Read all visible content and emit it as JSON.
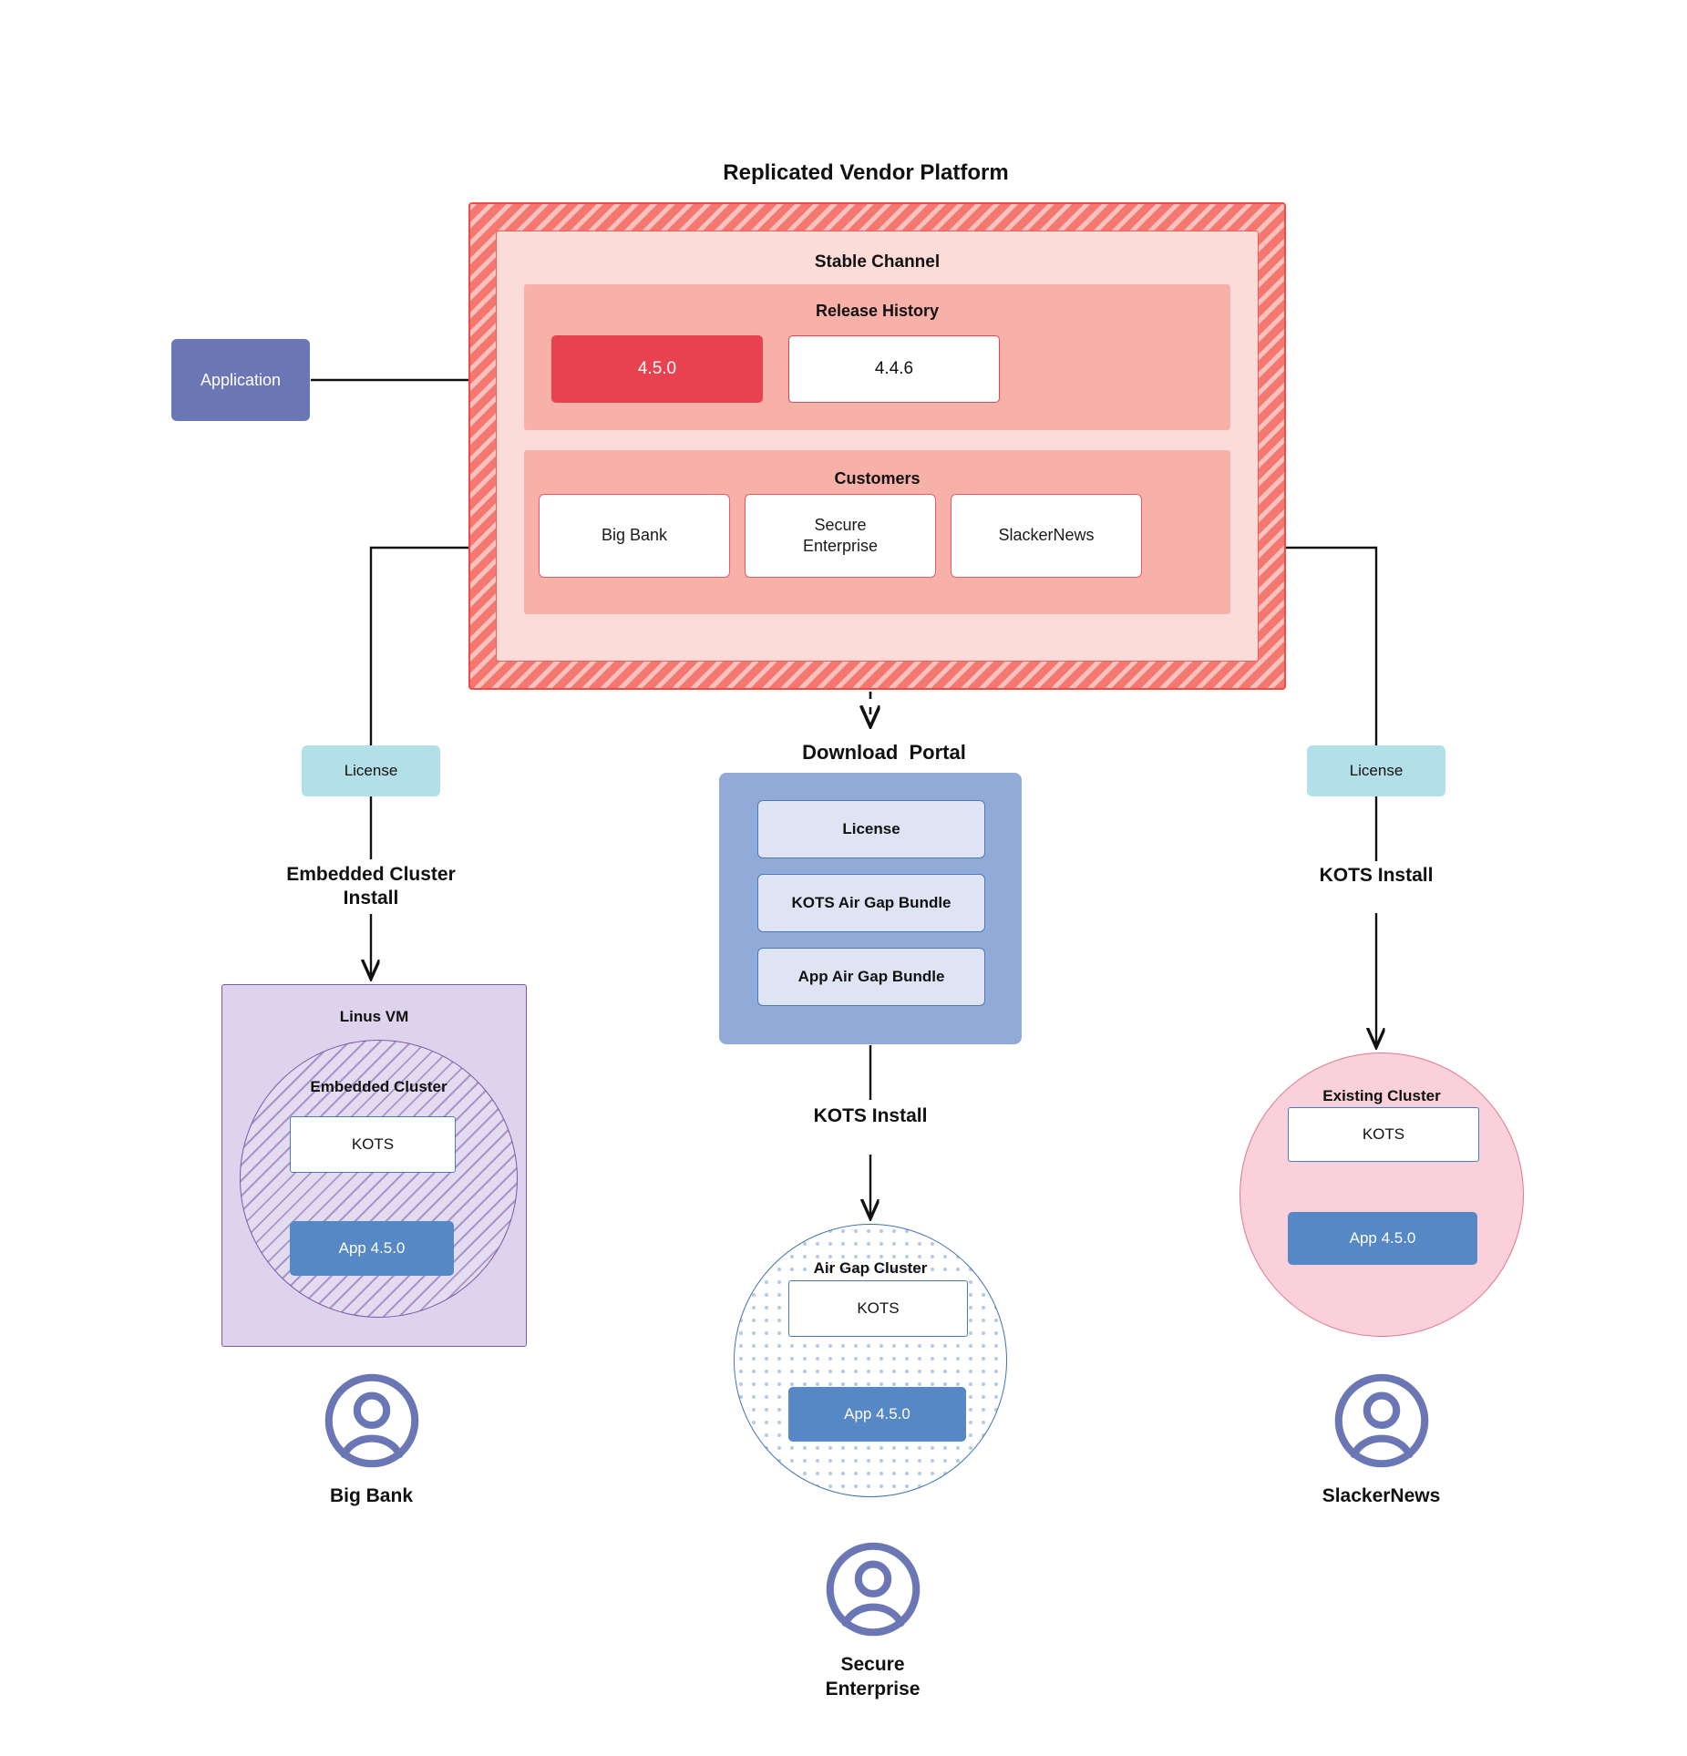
{
  "diagram": {
    "title": "Replicated Vendor Platform"
  },
  "application": {
    "label": "Application"
  },
  "vendor_platform": {
    "title": "Replicated Vendor Platform",
    "channel": {
      "title": "Stable Channel",
      "release_history": {
        "title": "Release History",
        "releases": [
          {
            "version": "4.5.0",
            "state": "current"
          },
          {
            "version": "4.4.6",
            "state": "previous"
          }
        ]
      },
      "customers": {
        "title": "Customers",
        "items": [
          {
            "name": "Big Bank"
          },
          {
            "name": "Secure\nEnterprise"
          },
          {
            "name": "SlackerNews"
          }
        ]
      }
    }
  },
  "licenses": {
    "left_label": "License",
    "right_label": "License"
  },
  "download_portal": {
    "title": "Download  Portal",
    "items": [
      {
        "label": "License"
      },
      {
        "label": "KOTS Air Gap Bundle"
      },
      {
        "label": "App Air Gap Bundle"
      }
    ]
  },
  "flows": {
    "embedded_cluster_install": "Embedded Cluster\nInstall",
    "kots_install_center": "KOTS Install",
    "kots_install_right": "KOTS Install"
  },
  "left_branch": {
    "vm_title": "Linus VM",
    "cluster_title": "Embedded Cluster",
    "kots_label": "KOTS",
    "app_label": "App 4.5.0",
    "persona_label": "Big Bank"
  },
  "center_branch": {
    "cluster_title": "Air Gap Cluster",
    "kots_label": "KOTS",
    "app_label": "App 4.5.0",
    "persona_label": "Secure\nEnterprise"
  },
  "right_branch": {
    "cluster_title": "Existing Cluster",
    "kots_label": "KOTS",
    "app_label": "App 4.5.0",
    "persona_label": "SlackerNews"
  },
  "colors": {
    "platform_fill": "#f4786f",
    "platform_border": "#ee4c44",
    "channel_fill": "#fbdcd8",
    "panel_fill": "#f8b1a8",
    "release_current": "#e8414f",
    "application_fill": "#6b77b5",
    "license_fill": "#b3dfe8",
    "portal_fill": "#92aad8",
    "portal_item_fill": "#dfe4f5",
    "vm_fill": "#ddd3ec",
    "vm_border": "#7b58a8",
    "airgap_border": "#3f72b6",
    "existing_cluster_fill": "#fad0da",
    "existing_cluster_border": "#e5738f",
    "app_fill": "#5588c4",
    "persona": "#6b77b5"
  }
}
